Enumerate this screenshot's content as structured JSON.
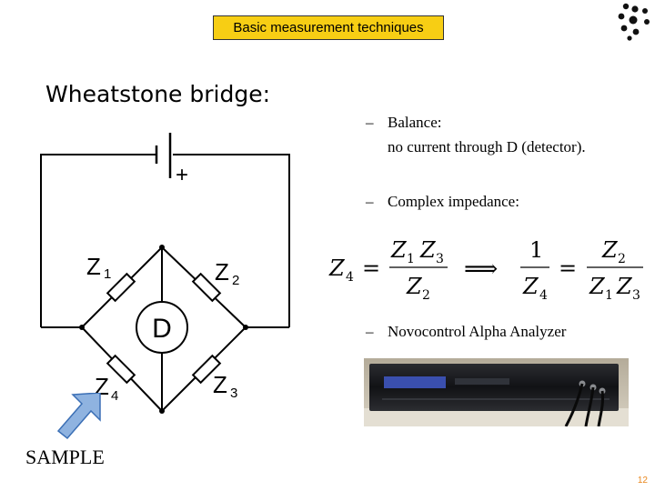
{
  "header": {
    "label": "Basic measurement techniques"
  },
  "title": "Wheatstone bridge:",
  "bullets": {
    "balance": {
      "dash": "–",
      "label": "Balance:",
      "detail": "no current through D (detector)."
    },
    "complex": {
      "dash": "–",
      "label": "Complex impedance:"
    },
    "analyzer": {
      "dash": "–",
      "label": "Novocontrol Alpha Analyzer"
    }
  },
  "circuit": {
    "plus": "+",
    "z1": "Z",
    "z1_sub": "1",
    "z2": "Z",
    "z2_sub": "2",
    "z3": "Z",
    "z3_sub": "3",
    "z4": "Z",
    "z4_sub": "4",
    "detector": "D"
  },
  "formula": {
    "lhs": "Z",
    "lhs_sub": "4",
    "eq": "=",
    "num_a": "Z",
    "num_a_sub": "1",
    "num_b": "Z",
    "num_b_sub": "3",
    "den": "Z",
    "den_sub": "2",
    "implies": "⟹",
    "one": "1",
    "frac_den": "Z",
    "frac_den_sub": "4",
    "eq2": "=",
    "num2": "Z",
    "num2_sub": "2",
    "den2_a": "Z",
    "den2_a_sub": "1",
    "den2_b": "Z",
    "den2_b_sub": "3"
  },
  "sample_label": "SAMPLE",
  "page_number": "12",
  "colors": {
    "header_bg": "#f7ce14",
    "arrow": "#8fb3e0",
    "page_number": "#e8871e"
  }
}
